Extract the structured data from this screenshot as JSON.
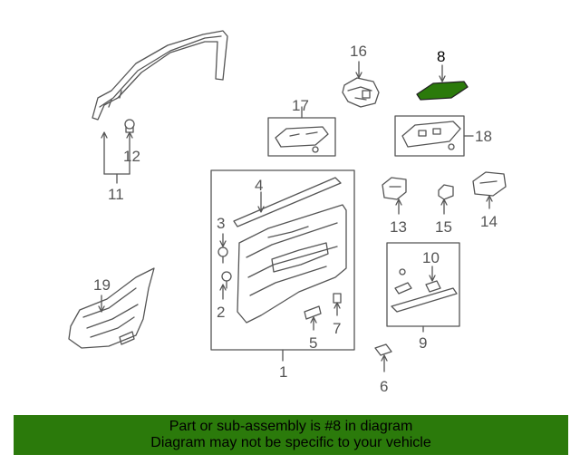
{
  "callouts": {
    "c1": "1",
    "c2": "2",
    "c3": "3",
    "c4": "4",
    "c5": "5",
    "c6": "6",
    "c7": "7",
    "c8": "8",
    "c9": "9",
    "c10": "10",
    "c11": "11",
    "c12": "12",
    "c13": "13",
    "c14": "14",
    "c15": "15",
    "c16": "16",
    "c17": "17",
    "c18": "18",
    "c19": "19"
  },
  "highlighted_part": "8",
  "colors": {
    "banner": "#2b7a0b",
    "highlight_fill": "#2b7a0b",
    "line": "#555555"
  },
  "banner": {
    "line1": "Part or sub-assembly is #8 in diagram",
    "line2": "Diagram may not be specific to your vehicle"
  }
}
